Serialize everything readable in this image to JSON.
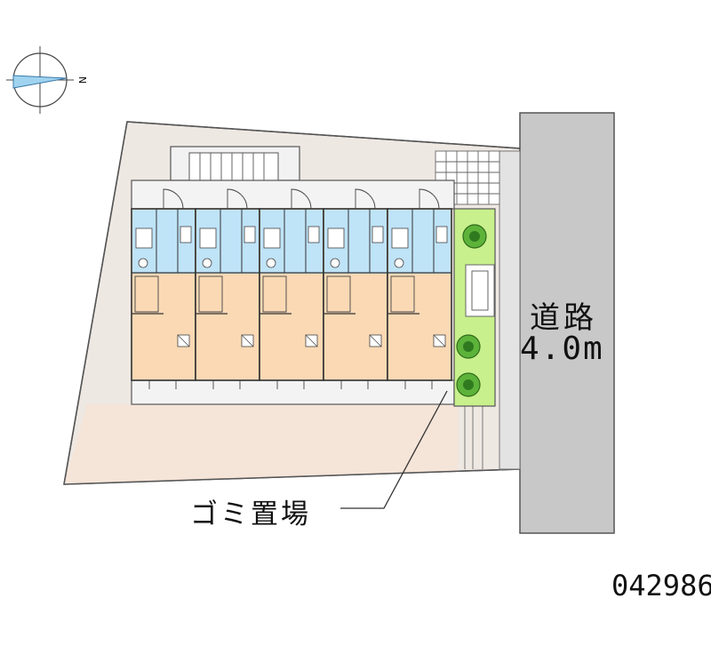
{
  "labels": {
    "road_name": "道路",
    "road_width": "4.0m",
    "trash_area": "ゴミ置場",
    "property_code": "042986"
  },
  "compass": {
    "direction_letter": "N",
    "icon": "compass-icon"
  },
  "building": {
    "unit_count": 5
  },
  "colors": {
    "lot": "#eee8e3",
    "front_yard": "#f5e4d8",
    "road": "#c8c8c8",
    "unit_room": "#fad9b4",
    "unit_wet": "#bfe3f7",
    "greenery": "#c8f08c",
    "trees": "#4b9c2e",
    "outline": "#555555"
  }
}
